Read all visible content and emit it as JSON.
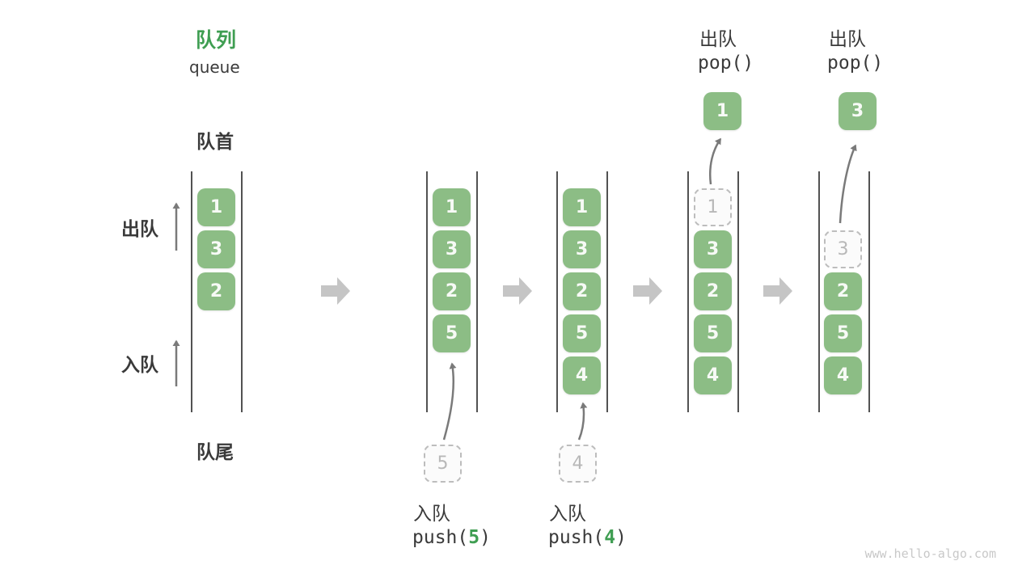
{
  "page": {
    "title": "队列",
    "subtitle": "queue",
    "watermark": "www.hello-algo.com"
  },
  "labels": {
    "front": "队首",
    "rear": "队尾",
    "dequeue": "出队",
    "enqueue": "入队"
  },
  "colors": {
    "accent_green": "#3f9e52",
    "box_green": "#8cbd85",
    "box_text": "#f7faf6",
    "ghost_border": "#bdbdbd",
    "ghost_text": "#b8b8b8",
    "wall_line": "#525252",
    "flow_arrow": "#c5c5c5",
    "thin_arrow": "#7a7a7a",
    "label_text": "#3a3a3a",
    "watermark_text": "#c8c8c8"
  },
  "operations": {
    "push5": {
      "label": "入队",
      "code_prefix": "push(",
      "arg": "5",
      "code_suffix": ")"
    },
    "push4": {
      "label": "入队",
      "code_prefix": "push(",
      "arg": "4",
      "code_suffix": ")"
    },
    "pop1": {
      "label": "出队",
      "code": "pop()",
      "popped_value": "1"
    },
    "pop2": {
      "label": "出队",
      "code": "pop()",
      "popped_value": "3"
    }
  },
  "states": [
    {
      "name": "initial",
      "slots": [
        {
          "value": "1"
        },
        {
          "value": "3"
        },
        {
          "value": "2"
        }
      ]
    },
    {
      "name": "after-push-5",
      "slots": [
        {
          "value": "1"
        },
        {
          "value": "3"
        },
        {
          "value": "2"
        },
        {
          "value": "5"
        }
      ],
      "incoming_value": "5"
    },
    {
      "name": "after-push-4",
      "slots": [
        {
          "value": "1"
        },
        {
          "value": "3"
        },
        {
          "value": "2"
        },
        {
          "value": "5"
        },
        {
          "value": "4"
        }
      ],
      "incoming_value": "4"
    },
    {
      "name": "after-pop-1",
      "ghost_value": "1",
      "slots": [
        {
          "value": "3"
        },
        {
          "value": "2"
        },
        {
          "value": "5"
        },
        {
          "value": "4"
        }
      ],
      "popped_value": "1"
    },
    {
      "name": "after-pop-3",
      "ghost_value": "3",
      "slots": [
        {
          "value": "2"
        },
        {
          "value": "5"
        },
        {
          "value": "4"
        }
      ],
      "popped_value": "3"
    }
  ]
}
